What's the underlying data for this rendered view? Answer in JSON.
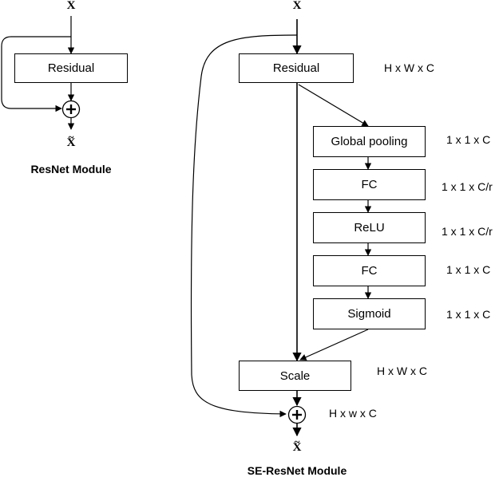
{
  "resnet": {
    "input": "X",
    "residual": "Residual",
    "output": "X",
    "output_mark": "~",
    "caption": "ResNet Module"
  },
  "se_resnet": {
    "input": "X",
    "residual": "Residual",
    "global_pooling": "Global pooling",
    "fc1": "FC",
    "relu": "ReLU",
    "fc2": "FC",
    "sigmoid": "Sigmoid",
    "scale": "Scale",
    "output": "X",
    "output_mark": "~",
    "caption": "SE-ResNet Module",
    "dims": {
      "residual": "H x W x C",
      "global_pooling": "1 x 1 x C",
      "fc1": "1 x 1 x C/r",
      "relu": "1 x 1 x C/r",
      "fc2": "1 x 1 x C",
      "sigmoid": "1 x 1 x C",
      "scale": "H x W x C",
      "sum": "H x w x C"
    }
  }
}
